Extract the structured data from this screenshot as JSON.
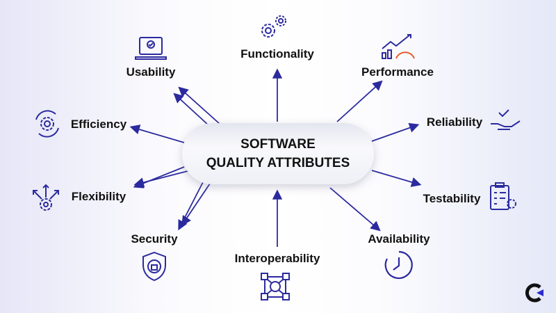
{
  "title_line1": "SOFTWARE",
  "title_line2": "QUALITY ATTRIBUTES",
  "accent": "#2b2a9e",
  "attributes": [
    {
      "label": "Functionality",
      "icon": "gears-icon"
    },
    {
      "label": "Usability",
      "icon": "laptop-check-icon"
    },
    {
      "label": "Performance",
      "icon": "chart-gauge-icon"
    },
    {
      "label": "Efficiency",
      "icon": "gear-cycle-icon"
    },
    {
      "label": "Reliability",
      "icon": "hand-check-icon"
    },
    {
      "label": "Flexibility",
      "icon": "gear-arrows-icon"
    },
    {
      "label": "Testability",
      "icon": "clipboard-gear-icon"
    },
    {
      "label": "Security",
      "icon": "shield-lock-icon"
    },
    {
      "label": "Interoperability",
      "icon": "network-cubes-icon"
    },
    {
      "label": "Availability",
      "icon": "clock-icon"
    }
  ]
}
